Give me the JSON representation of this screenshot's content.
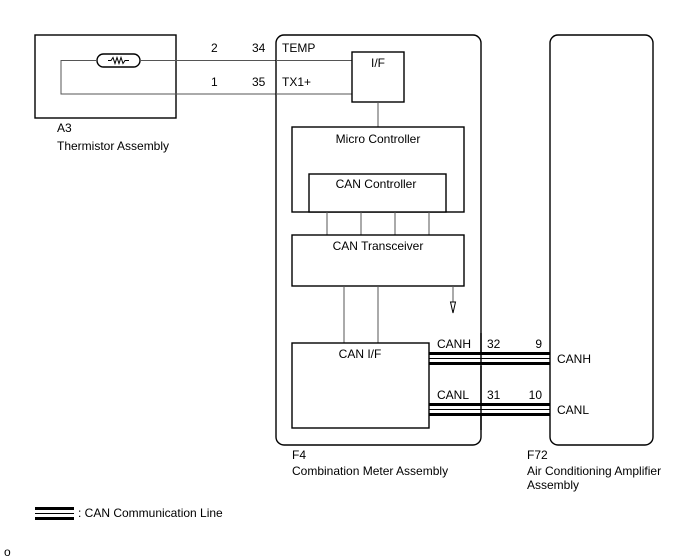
{
  "components": {
    "thermistor": {
      "code": "A3",
      "name": "Thermistor Assembly",
      "icon": "thermistor-icon"
    },
    "meter": {
      "code": "F4",
      "name": "Combination Meter Assembly"
    },
    "amplifier": {
      "code": "F72",
      "name_line1": "Air Conditioning Amplifier",
      "name_line2": "Assembly"
    }
  },
  "pins": {
    "thermistor_top": "2",
    "thermistor_bottom": "1",
    "meter_temp": "34",
    "meter_tx": "35",
    "meter_canh": "32",
    "meter_canl": "31",
    "amp_canh": "9",
    "amp_canl": "10"
  },
  "signals": {
    "temp": "TEMP",
    "tx": "TX1+",
    "canh_meter": "CANH",
    "canl_meter": "CANL",
    "canh_amp": "CANH",
    "canl_amp": "CANL"
  },
  "blocks": {
    "interface": "I/F",
    "micro_controller": "Micro Controller",
    "can_controller": "CAN Controller",
    "can_transceiver": "CAN Transceiver",
    "can_if": "CAN I/F"
  },
  "legend": {
    "icon": "can-line-icon",
    "label": ": CAN Communication Line"
  },
  "footer_mark": "o"
}
